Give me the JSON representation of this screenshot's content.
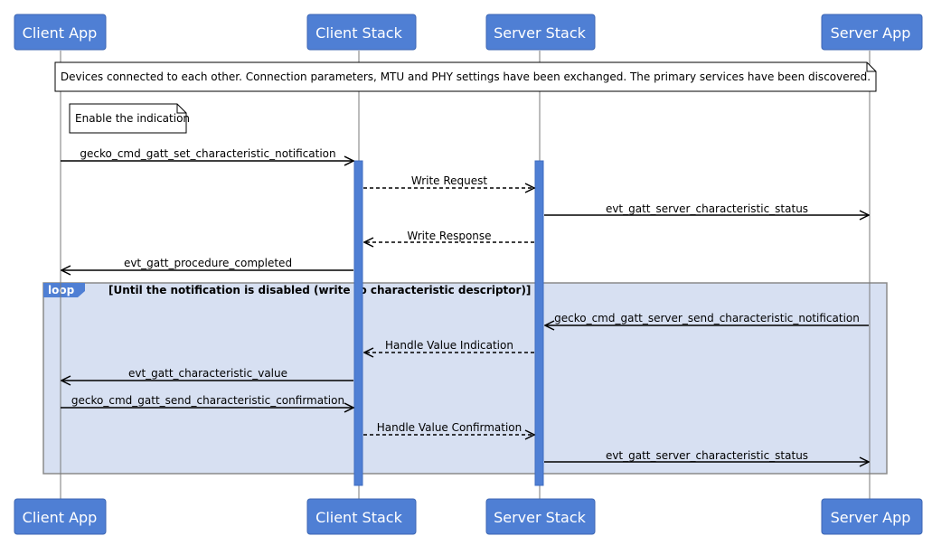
{
  "participants": [
    {
      "id": "client_app",
      "label": "Client App"
    },
    {
      "id": "client_stack",
      "label": "Client Stack"
    },
    {
      "id": "server_stack",
      "label": "Server Stack"
    },
    {
      "id": "server_app",
      "label": "Server App"
    }
  ],
  "notes": {
    "connection": "Devices connected to each other. Connection parameters, MTU and PHY settings have been exchanged. The primary services have been discovered.",
    "enable": "Enable the indication"
  },
  "loop": {
    "keyword": "loop",
    "condition": "[Until the notification is disabled (write to characteristic descriptor)]"
  },
  "messages": [
    {
      "from": "client_app",
      "to": "client_stack",
      "label": "gecko_cmd_gatt_set_characteristic_notification",
      "style": "solid"
    },
    {
      "from": "client_stack",
      "to": "server_stack",
      "label": "Write Request",
      "style": "dashed"
    },
    {
      "from": "server_stack",
      "to": "server_app",
      "label": "evt_gatt_server_characteristic_status",
      "style": "solid"
    },
    {
      "from": "server_stack",
      "to": "client_stack",
      "label": "Write Response",
      "style": "dashed"
    },
    {
      "from": "client_stack",
      "to": "client_app",
      "label": "evt_gatt_procedure_completed",
      "style": "solid"
    },
    {
      "from": "server_app",
      "to": "server_stack",
      "label": "gecko_cmd_gatt_server_send_characteristic_notification",
      "style": "solid"
    },
    {
      "from": "server_stack",
      "to": "client_stack",
      "label": "Handle Value Indication",
      "style": "dashed"
    },
    {
      "from": "client_stack",
      "to": "client_app",
      "label": "evt_gatt_characteristic_value",
      "style": "solid"
    },
    {
      "from": "client_app",
      "to": "client_stack",
      "label": "gecko_cmd_gatt_send_characteristic_confirmation",
      "style": "solid"
    },
    {
      "from": "client_stack",
      "to": "server_stack",
      "label": "Handle Value Confirmation",
      "style": "dashed"
    },
    {
      "from": "server_stack",
      "to": "server_app",
      "label": "evt_gatt_server_characteristic_status",
      "style": "solid"
    }
  ],
  "colors": {
    "participant": "#4f7fd4",
    "activation": "#4f7fd4",
    "loop_background": "#d7e0f2",
    "loop_tab": "#4f7fd4"
  }
}
